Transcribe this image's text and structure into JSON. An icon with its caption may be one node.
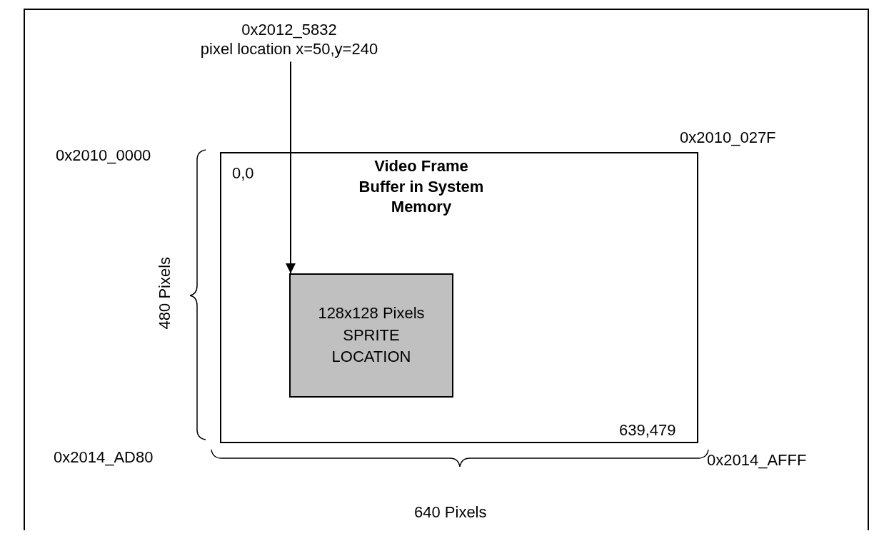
{
  "diagram": {
    "nodes": [
      {
        "text": [
          "0x2012_5832",
          "pixel location x=50,y=240"
        ]
      },
      {
        "text": [
          "Video Frame Buffer in System Memory"
        ]
      },
      {
        "text": [
          "128x128 Pixels SPRITE LOCATION"
        ],
        "in": 1
      }
    ],
    "edges": [
      {
        "from": 0,
        "to": 2,
        "arrow": "to"
      }
    ],
    "labels": [
      "0x2010_027F",
      "0x2010_0000",
      "0,0",
      "480 Pixels",
      "0x2014_AD80",
      "639,479",
      "0x2014_AFFF",
      "640 Pixels"
    ]
  }
}
